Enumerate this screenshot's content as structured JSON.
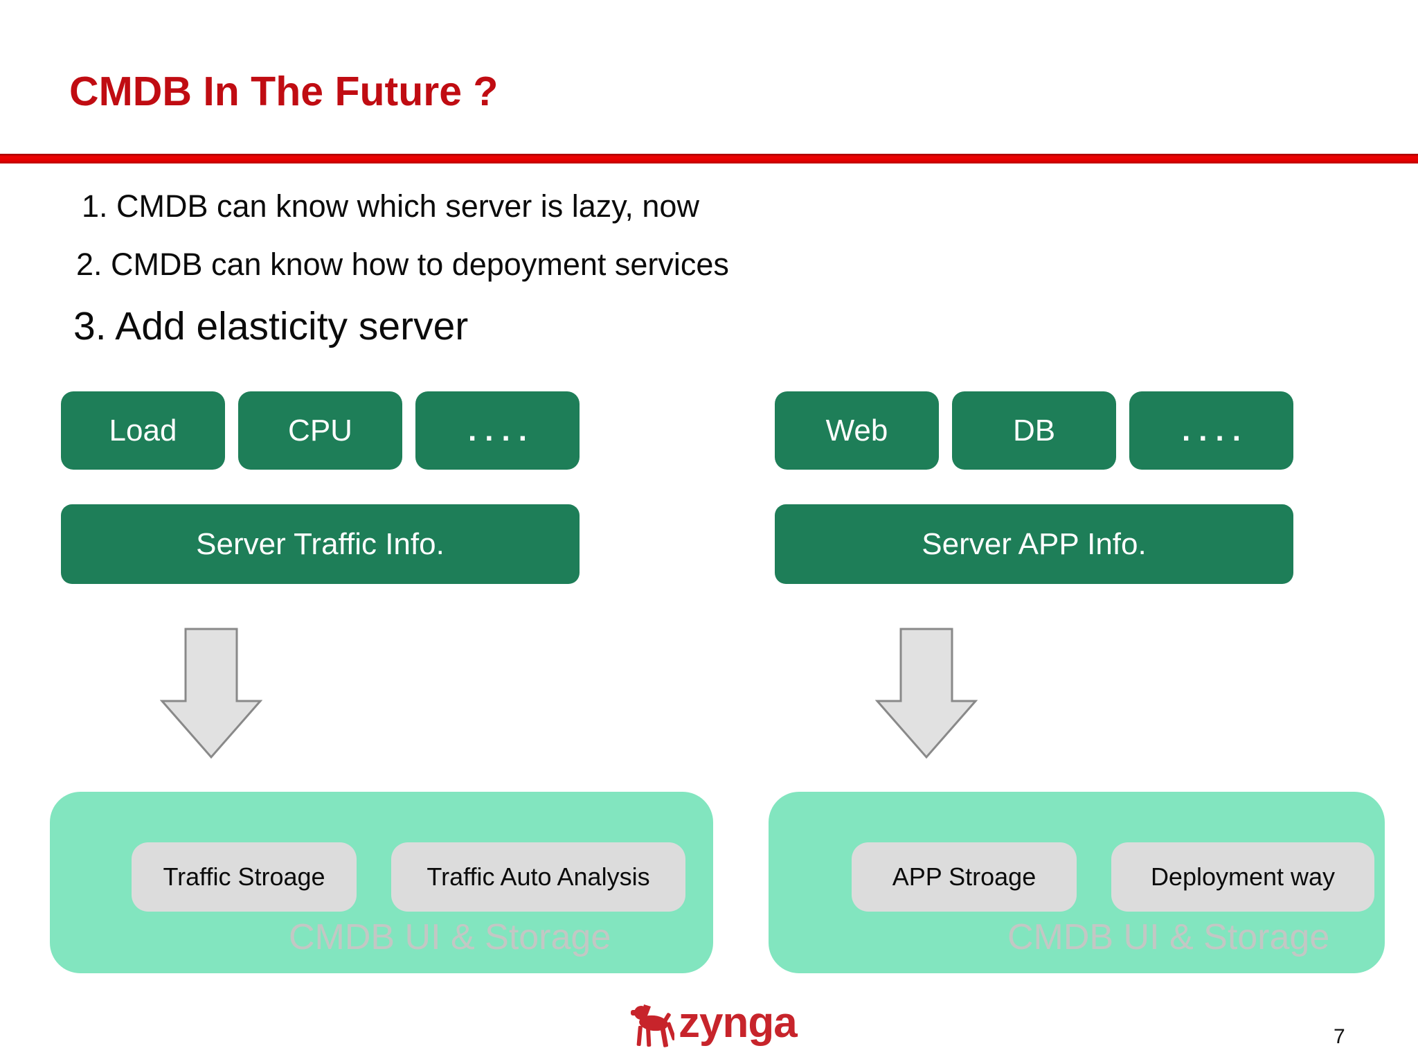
{
  "slide": {
    "title": "CMDB In The Future ?",
    "page_number": "7",
    "bullets": [
      "1. CMDB can know which server is lazy, now",
      "2. CMDB can know how to depoyment services",
      "3. Add elasticity server"
    ],
    "left_flow": {
      "metric_boxes": [
        "Load",
        "CPU",
        "...."
      ],
      "info_box": "Server Traffic Info.",
      "storage_boxes": [
        "Traffic Stroage",
        "Traffic Auto Analysis"
      ],
      "container_label": "CMDB UI & Storage"
    },
    "right_flow": {
      "metric_boxes": [
        "Web",
        "DB",
        "...."
      ],
      "info_box": "Server APP Info.",
      "storage_boxes": [
        "APP Stroage",
        "Deployment way"
      ],
      "container_label": "CMDB UI & Storage"
    },
    "footer": {
      "logo_text": "zynga"
    },
    "colors": {
      "title_red": "#c00c12",
      "divider_red": "#e10000",
      "box_green": "#1e7e58",
      "container_mint": "#82e5bf",
      "storage_gray": "#dcdcdc",
      "watermark_gray": "#c3c7c4",
      "arrow_fill": "#e1e1e1",
      "arrow_border": "#898989",
      "logo_red": "#c7242b"
    }
  }
}
